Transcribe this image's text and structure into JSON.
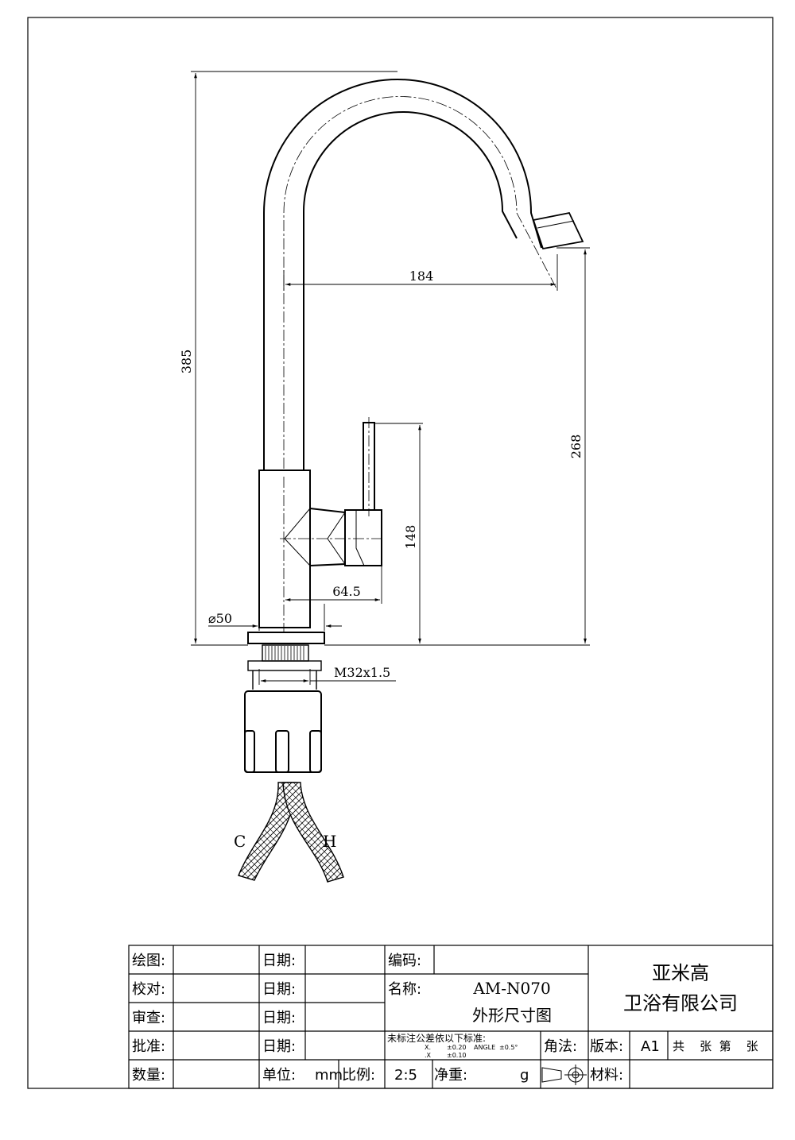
{
  "drawing": {
    "dimensions": {
      "total_height": "385",
      "reach": "184",
      "spout_height": "268",
      "handle_height": "148",
      "handle_offset": "64.5",
      "base_diameter": "⌀50",
      "thread": "M32x1.5"
    },
    "hose_labels": {
      "cold": "C",
      "hot": "H"
    }
  },
  "title_block": {
    "drawn_by": "绘图:",
    "checked_by": "校对:",
    "reviewed_by": "审查:",
    "approved_by": "批准:",
    "quantity": "数量:",
    "date": "日期:",
    "code": "编码:",
    "name_label": "名称:",
    "product_code": "AM-N070",
    "drawing_title": "外形尺寸图",
    "tolerance_note": "未标注公差依以下标准:",
    "tolerance_x": "X.",
    "tolerance_x_value": "±0.20",
    "tolerance_angle": "ANGLE",
    "tolerance_angle_value": "±0.5°",
    "tolerance_xx": ".X",
    "tolerance_xx_value": "±0.10",
    "projection_label": "角法:",
    "version_label": "版本:",
    "version_value": "A1",
    "sheet_info": "共    张  第    张",
    "unit_label": "单位:",
    "unit_value": "mm",
    "scale_label": "比例:",
    "scale_value": "2:5",
    "weight_label": "净重:",
    "weight_unit": "g",
    "material_label": "材料:",
    "company_line1": "亚米高",
    "company_line2": "卫浴有限公司"
  }
}
